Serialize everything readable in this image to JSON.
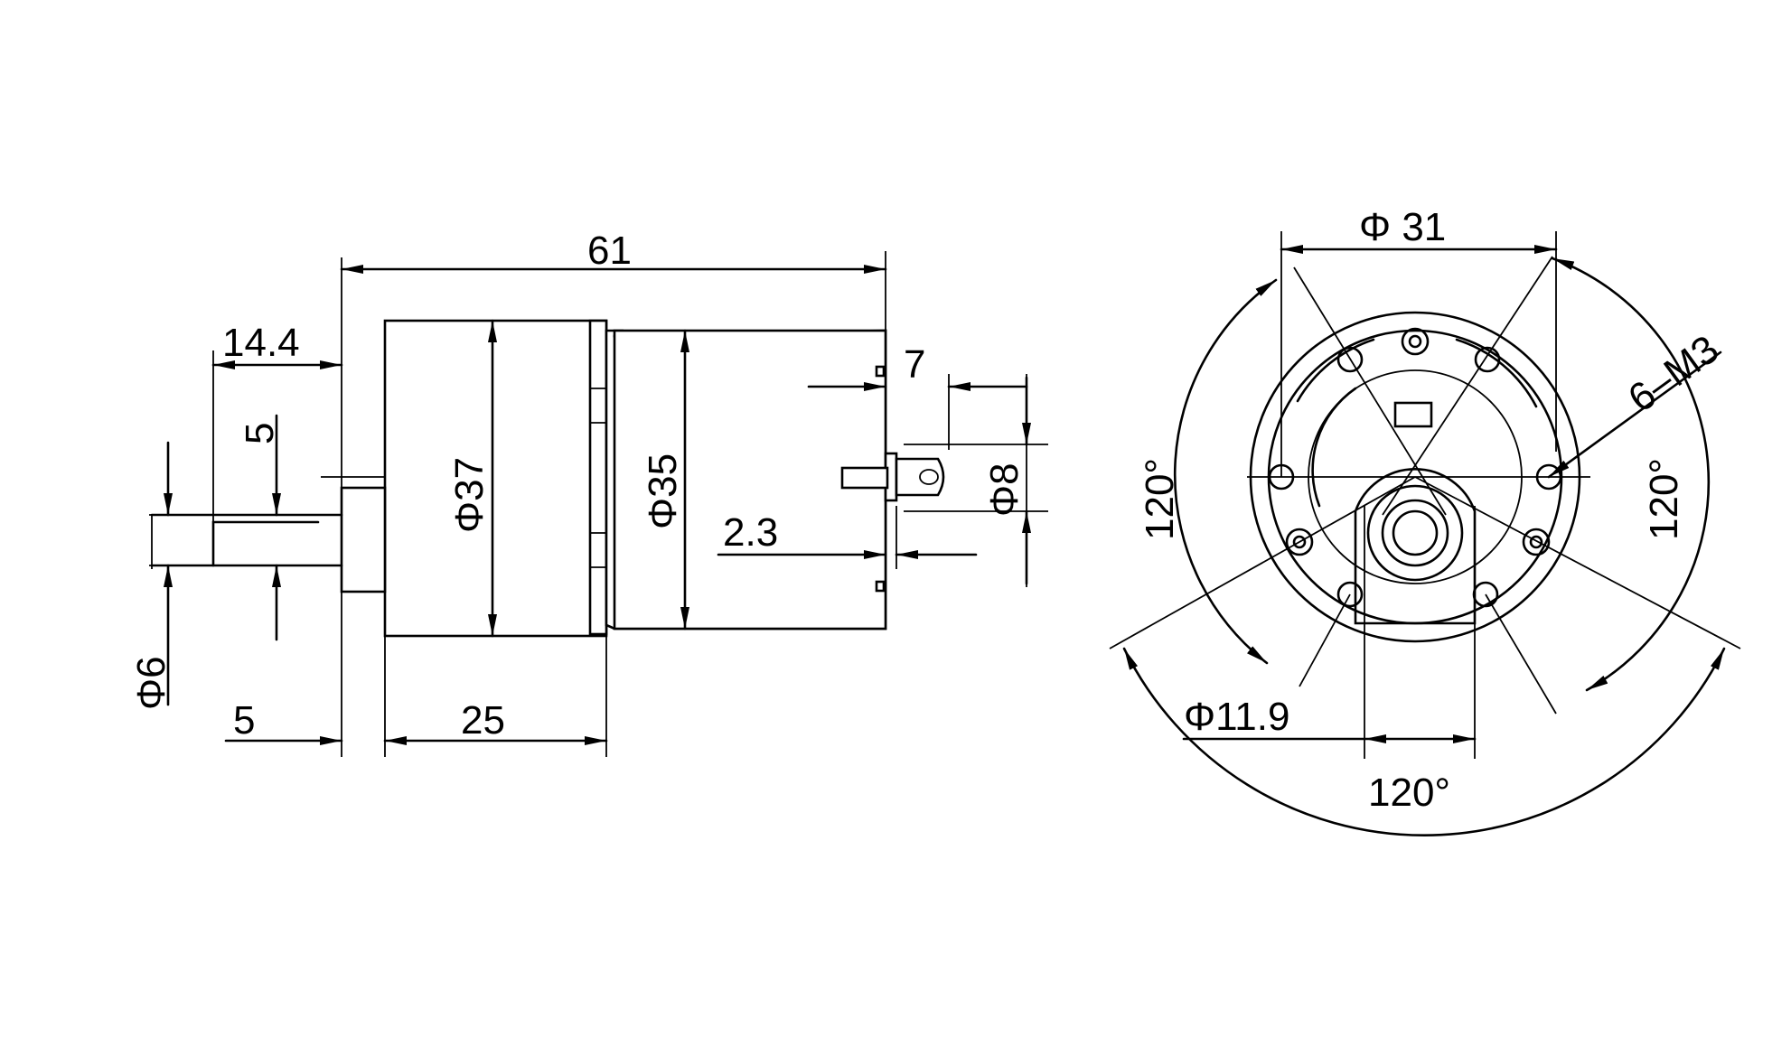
{
  "side_view": {
    "overall_length": "61",
    "shaft_offset": "14.4",
    "flat_depth": "5",
    "shaft_dia": "Φ6",
    "shaft_collar": "5",
    "gearbox_length": "25",
    "gearbox_dia": "Φ37",
    "motor_dia": "Φ35",
    "rear_dim": "7",
    "rear_boss_dia": "Φ8",
    "terminal_thickness": "2.3"
  },
  "front_view": {
    "bolt_circle_dia": "Φ 31",
    "holes": "6–M3",
    "angle_left": "120°",
    "angle_right": "120°",
    "angle_bottom": "120°",
    "boss_dia": "Φ11.9"
  }
}
